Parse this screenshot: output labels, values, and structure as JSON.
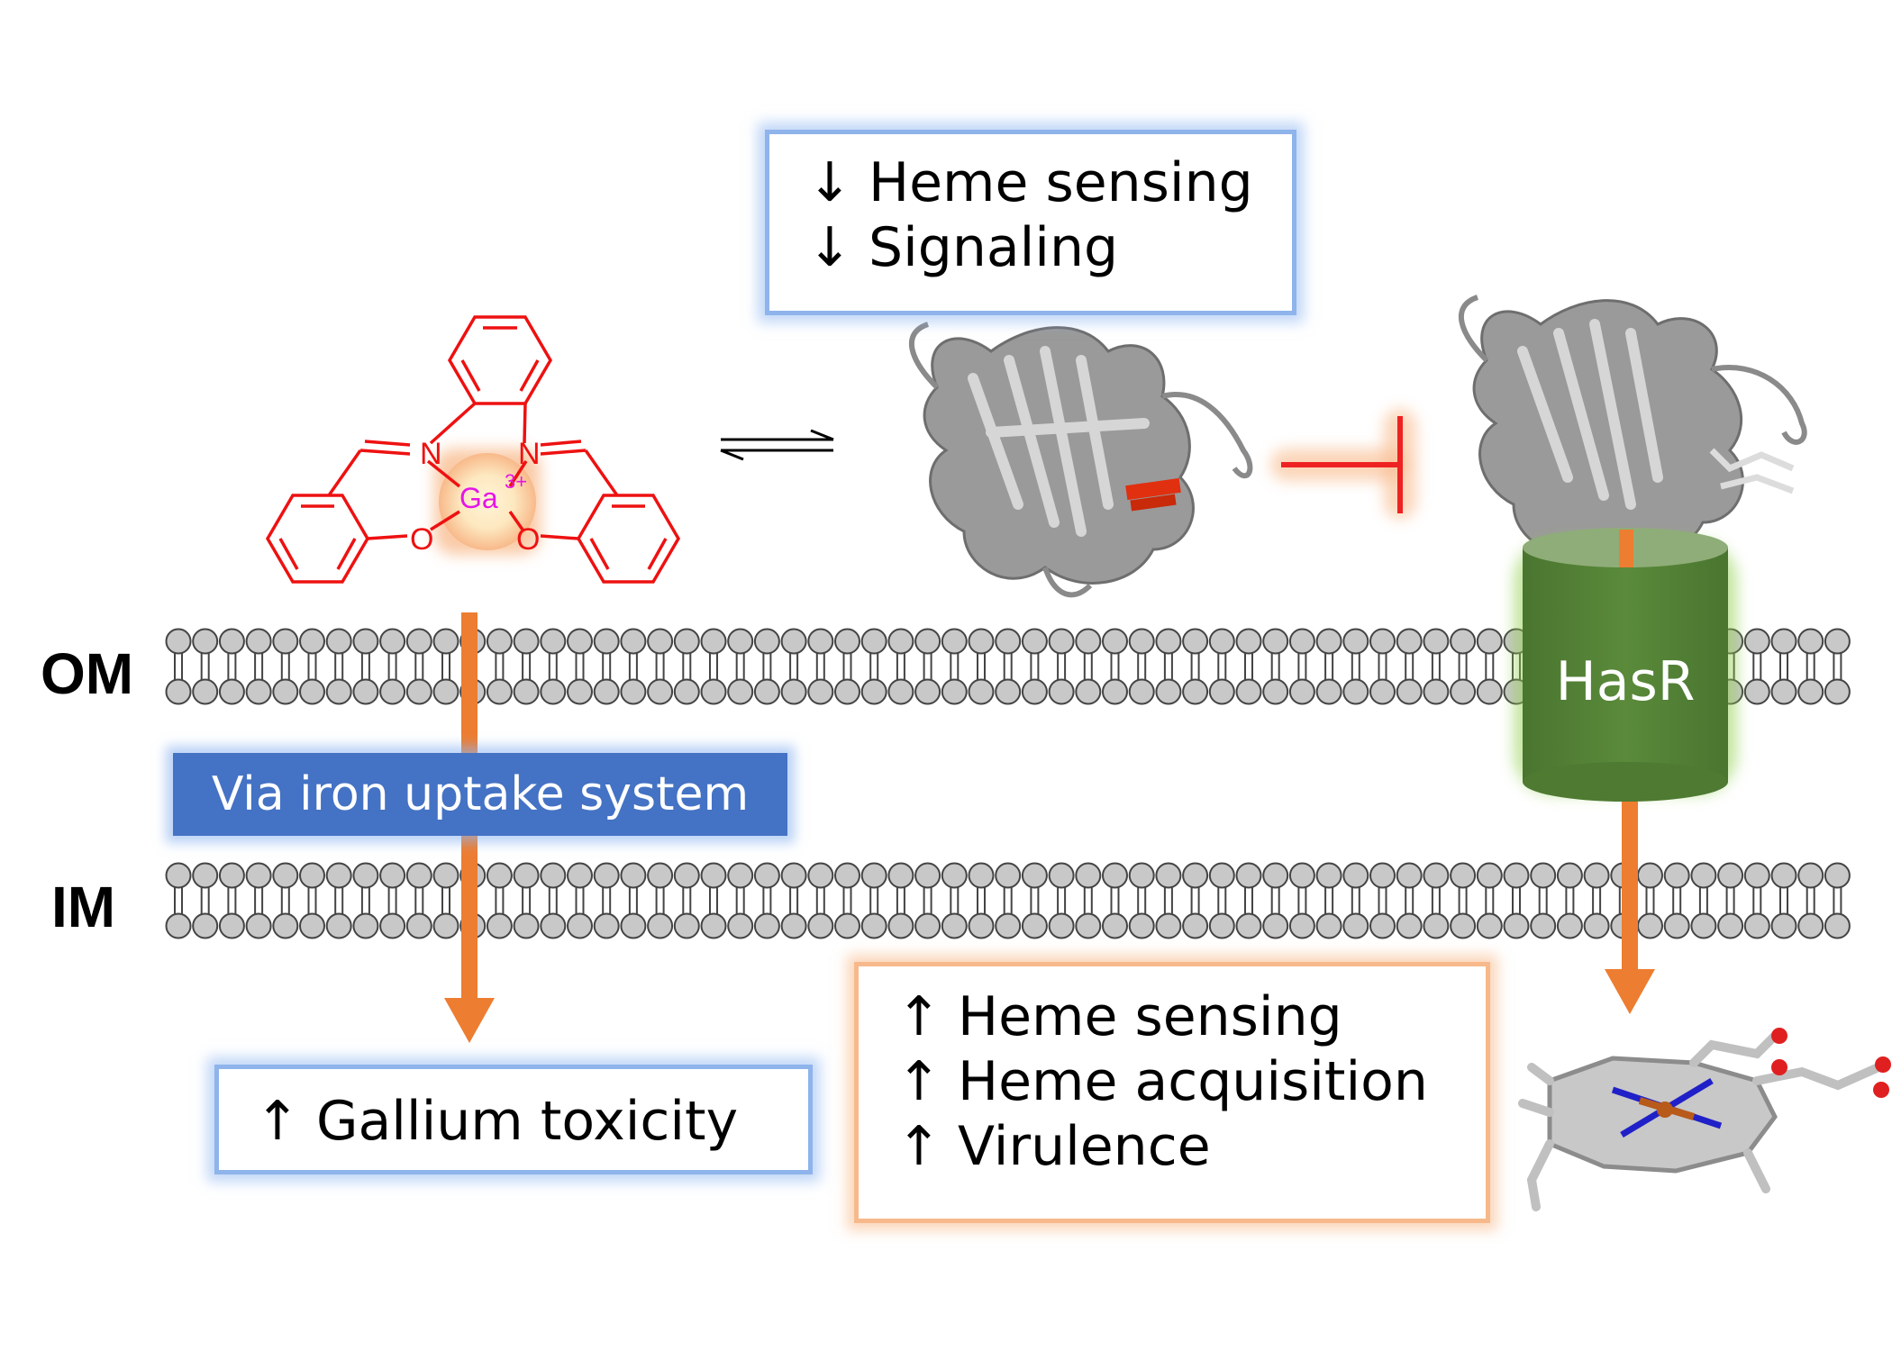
{
  "membranes": {
    "outer": "OM",
    "inner": "IM"
  },
  "top_box": {
    "lines": [
      {
        "arrow": "↓",
        "text": "Heme sensing"
      },
      {
        "arrow": "↓",
        "text": "Signaling"
      }
    ]
  },
  "uptake_banner": "Via iron uptake system",
  "toxicity_box": {
    "lines": [
      {
        "arrow": "↑",
        "text": "Gallium toxicity"
      }
    ]
  },
  "effects_box": {
    "lines": [
      {
        "arrow": "↑",
        "text": "Heme sensing"
      },
      {
        "arrow": "↑",
        "text": "Heme acquisition"
      },
      {
        "arrow": "↑",
        "text": "Virulence"
      }
    ]
  },
  "receptor": {
    "label": "HasR"
  },
  "molecule": {
    "atoms": {
      "n1": "N",
      "n2": "N",
      "o1": "O",
      "o2": "O"
    },
    "metal": "Ga",
    "charge": "3+"
  },
  "colors": {
    "molecule": "#ee1111",
    "metal": "#e614e6",
    "orange_arrow": "#ed7d31",
    "inhibit": "#ee2222",
    "receptor": "#548235",
    "banner": "#4472c4",
    "lipid": "#c8c8c8"
  }
}
